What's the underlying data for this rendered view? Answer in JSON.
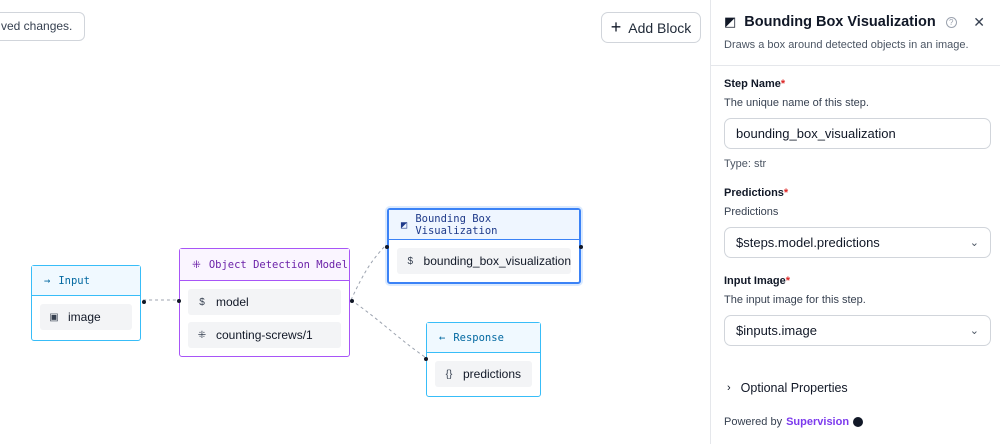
{
  "canvas": {
    "unsaved_text": "ved changes.",
    "add_block_label": "Add Block",
    "nodes": {
      "input": {
        "title": "Input",
        "fields": [
          "image"
        ]
      },
      "model": {
        "title": "Object Detection Model",
        "fields": [
          "model",
          "counting-screws/1"
        ]
      },
      "viz": {
        "title": "Bounding Box Visualization",
        "fields": [
          "bounding_box_visualization"
        ]
      },
      "response": {
        "title": "Response",
        "fields": [
          "predictions"
        ]
      }
    }
  },
  "panel": {
    "title": "Bounding Box Visualization",
    "description": "Draws a box around detected objects in an image.",
    "step_name": {
      "label": "Step Name",
      "required": "*",
      "description": "The unique name of this step.",
      "value": "bounding_box_visualization",
      "type_text": "Type: str"
    },
    "predictions": {
      "label": "Predictions",
      "required": "*",
      "description": "Predictions",
      "value": "$steps.model.predictions"
    },
    "input_image": {
      "label": "Input Image",
      "required": "*",
      "description": "The input image for this step.",
      "value": "$inputs.image"
    },
    "optional_label": "Optional Properties",
    "powered_by": "Powered by",
    "powered_brand": "Supervision"
  },
  "colors": {
    "input": "#38bdf8",
    "model": "#a855f7",
    "viz": "#3b82f6",
    "brand": "#7c3aed"
  },
  "icons": {
    "add": "plus-icon",
    "input": "arrow-right-icon",
    "image_field": "image-icon",
    "model": "detection-icon",
    "viz": "visualization-icon",
    "response": "arrow-left-icon",
    "json": "braces-icon",
    "close": "close-icon",
    "help": "help-icon",
    "chevron": "chevron-down-icon",
    "expand": "chevron-right-icon",
    "github": "github-icon"
  }
}
